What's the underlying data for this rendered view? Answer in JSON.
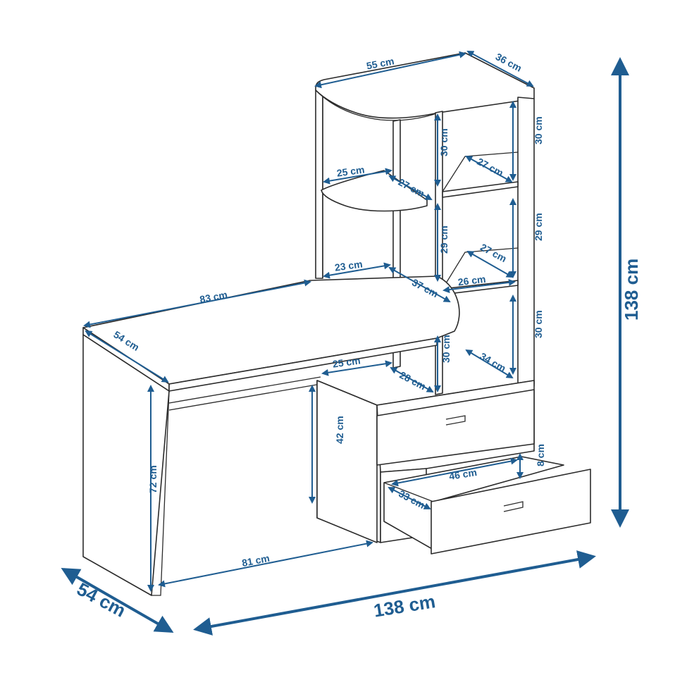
{
  "colors": {
    "dimension": "#1f5d91",
    "outline": "#2b2b2b",
    "background": "#ffffff"
  },
  "dimensions": {
    "top_width": "55 cm",
    "top_depth": "36 cm",
    "total_height": "138 cm",
    "total_width": "138 cm",
    "total_depth": "54 cm",
    "desk_length": "83 cm",
    "desk_depth": "54 cm",
    "desk_height": "72 cm",
    "floor_gap": "81 cm",
    "upper_shelf_width": "25 cm",
    "upper_shelf_depth": "27 cm",
    "upper_left_height": "30 cm",
    "upper_right_height": "30 cm",
    "upper_right_depth": "27 cm",
    "middle_left_height": "29 cm",
    "middle_right_height": "29 cm",
    "middle_right_depth": "27 cm",
    "middle_right_width": "26 cm",
    "desk_shelf_width": "23 cm",
    "desk_shelf_depth": "37 cm",
    "lower_right_height": "30 cm",
    "lower_right_depth": "34 cm",
    "under_desk_height": "30 cm",
    "under_desk_width": "25 cm",
    "under_desk_depth": "28 cm",
    "cabinet_height": "42 cm",
    "drawer_width": "46 cm",
    "drawer_depth": "33 cm",
    "drawer_height": "8 cm"
  }
}
